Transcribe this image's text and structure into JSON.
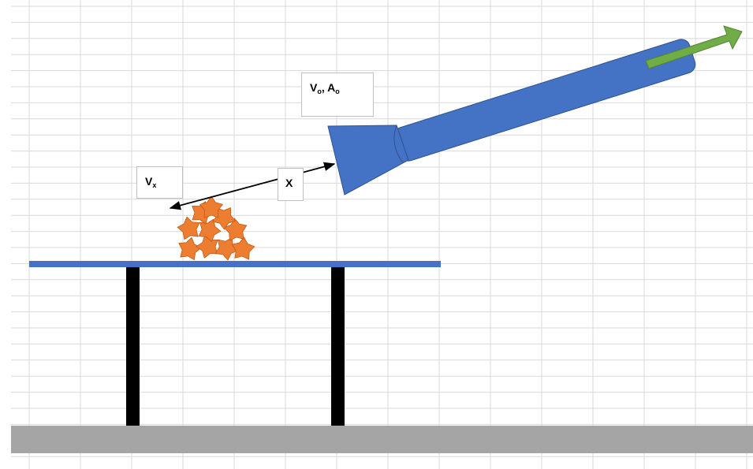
{
  "labels": {
    "velocity_area": {
      "v": "V",
      "v_sub": "o",
      "sep": ", ",
      "a": "A",
      "a_sub": "o"
    },
    "velocity_x": {
      "v": "V",
      "v_sub": "x"
    },
    "distance": "X"
  },
  "objects": {
    "stars": {
      "count": 10,
      "color": "#ed7d31"
    }
  },
  "colors": {
    "tube": "#4472c4",
    "tube_border": "#2f528f",
    "table_top": "#4472c4",
    "table_legs": "#000000",
    "floor": "#a5a5a5",
    "flow_arrow": "#70ad47",
    "grid_lines": "#d9d9d9"
  }
}
